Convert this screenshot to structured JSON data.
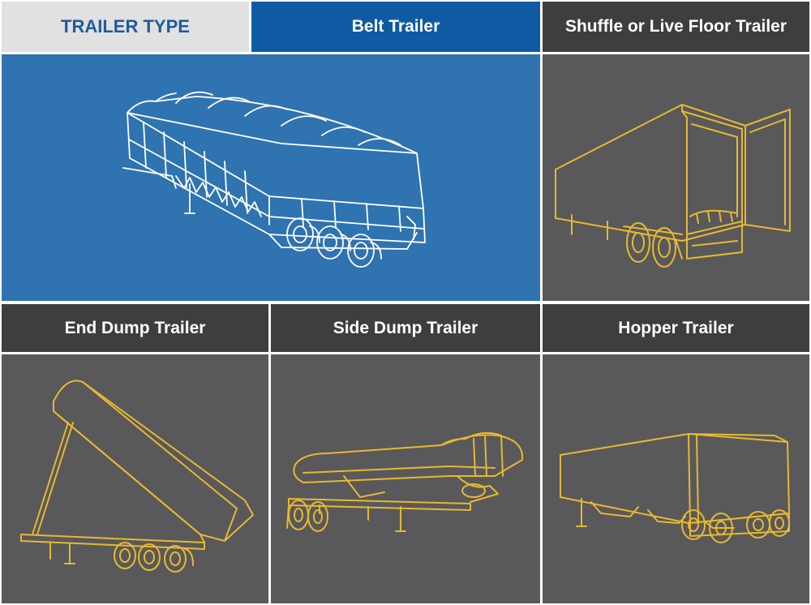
{
  "table": {
    "header_label": "TRAILER TYPE",
    "trailers": [
      {
        "name": "Belt Trailer",
        "drawing": "belt-trailer-drawing",
        "highlighted": true
      },
      {
        "name": "Shuffle or Live Floor Trailer",
        "drawing": "live-floor-trailer-drawing",
        "highlighted": false
      },
      {
        "name": "End Dump Trailer",
        "drawing": "end-dump-trailer-drawing",
        "highlighted": false
      },
      {
        "name": "Side Dump Trailer",
        "drawing": "side-dump-trailer-drawing",
        "highlighted": false
      },
      {
        "name": "Hopper Trailer",
        "drawing": "hopper-trailer-drawing",
        "highlighted": false
      }
    ]
  },
  "colors": {
    "label_bg": "#e1e1e1",
    "label_text": "#1f5a9c",
    "highlight_header": "#0f5aa3",
    "highlight_panel": "#2f73b1",
    "dark_header": "#3e3e40",
    "gray_panel": "#59595b",
    "line_white": "#ffffff",
    "line_yellow": "#e8b830"
  }
}
